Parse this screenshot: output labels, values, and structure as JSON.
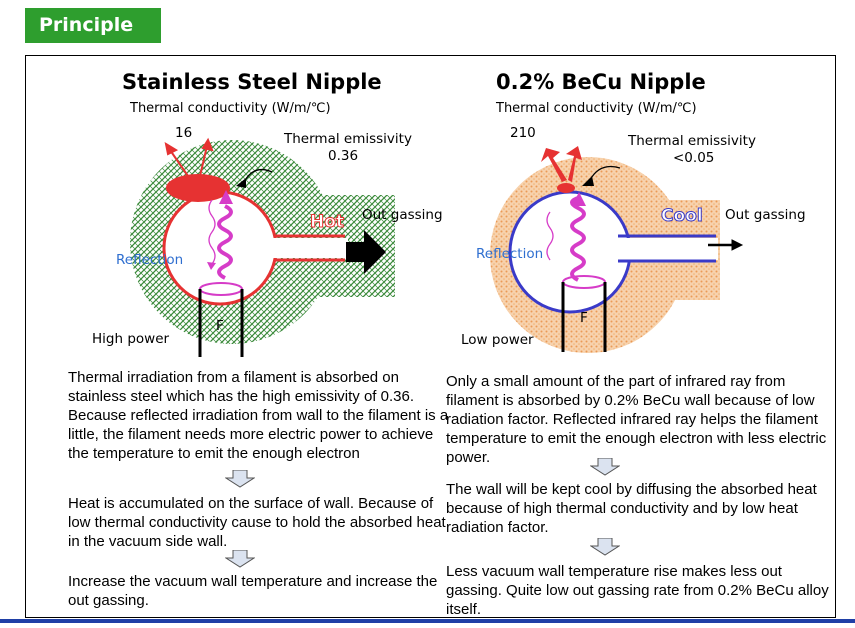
{
  "header": {
    "badge": "Principle"
  },
  "left": {
    "title": "Stainless Steel Nipple",
    "subtitle": "Thermal conductivity (W/m/℃)",
    "conductivity_value": "16",
    "emissivity_label": "Thermal emissivity",
    "emissivity_value": "0.36",
    "hot_label": "Hot",
    "outgassing_label": "Out gassing",
    "reflection_label": "Reflection",
    "filament_label": "F",
    "power_label": "High power",
    "paragraphs": [
      "Thermal irradiation from a filament is absorbed on stainless steel which has the high emissivity of 0.36. Because reflected irradiation from wall to the filament is a little, the filament needs more electric power to achieve the temperature to emit the enough electron",
      "Heat is accumulated on the surface of wall. Because of low thermal conductivity cause to hold the absorbed heat in the vacuum side wall.",
      "Increase the vacuum wall temperature and increase the out gassing."
    ]
  },
  "right": {
    "title": "0.2% BeCu Nipple",
    "subtitle": "Thermal conductivity (W/m/℃)",
    "conductivity_value": "210",
    "emissivity_label": "Thermal emissivity",
    "emissivity_value": "<0.05",
    "cool_label": "Cool",
    "outgassing_label": "Out gassing",
    "reflection_label": "Reflection",
    "filament_label": "F",
    "power_label": "Low power",
    "paragraphs": [
      "Only a small amount of the part of infrared ray from filament is absorbed by 0.2% BeCu wall because of low radiation factor. Reflected infrared ray helps the filament temperature to emit the enough electron with less electric power.",
      "The wall will be kept cool by diffusing the absorbed heat because of high thermal conductivity and by low heat radiation factor.",
      "Less vacuum wall temperature rise makes less out gassing. Quite low out gassing rate from 0.2% BeCu alloy itself."
    ]
  },
  "colors": {
    "badge_green": "#2e9e2e",
    "hatch_green": "#3a8a3a",
    "dots_orange": "#f0a860",
    "hot_red": "#e63232",
    "cool_blue": "#3a3ac8",
    "magenta": "#d63cc8",
    "label_blue": "#2f6fd0",
    "rule_blue": "#1f3fa6"
  }
}
